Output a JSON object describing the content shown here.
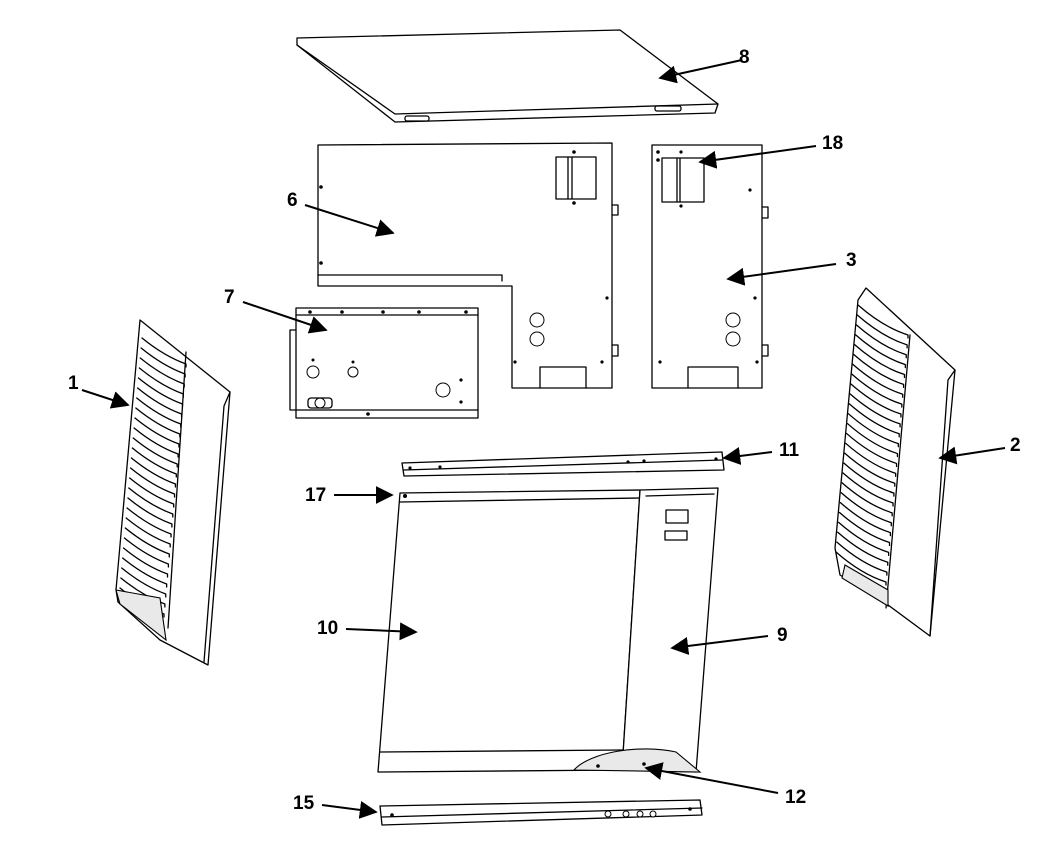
{
  "callouts": [
    {
      "id": "1",
      "label": "1"
    },
    {
      "id": "2",
      "label": "2"
    },
    {
      "id": "3",
      "label": "3"
    },
    {
      "id": "6",
      "label": "6"
    },
    {
      "id": "7",
      "label": "7"
    },
    {
      "id": "8",
      "label": "8"
    },
    {
      "id": "9",
      "label": "9"
    },
    {
      "id": "10",
      "label": "10"
    },
    {
      "id": "11",
      "label": "11"
    },
    {
      "id": "12",
      "label": "12"
    },
    {
      "id": "15",
      "label": "15"
    },
    {
      "id": "17",
      "label": "17"
    },
    {
      "id": "18",
      "label": "18"
    }
  ],
  "colors": {
    "line": "#000000",
    "background": "#ffffff",
    "shade": "#e9e9e9"
  }
}
